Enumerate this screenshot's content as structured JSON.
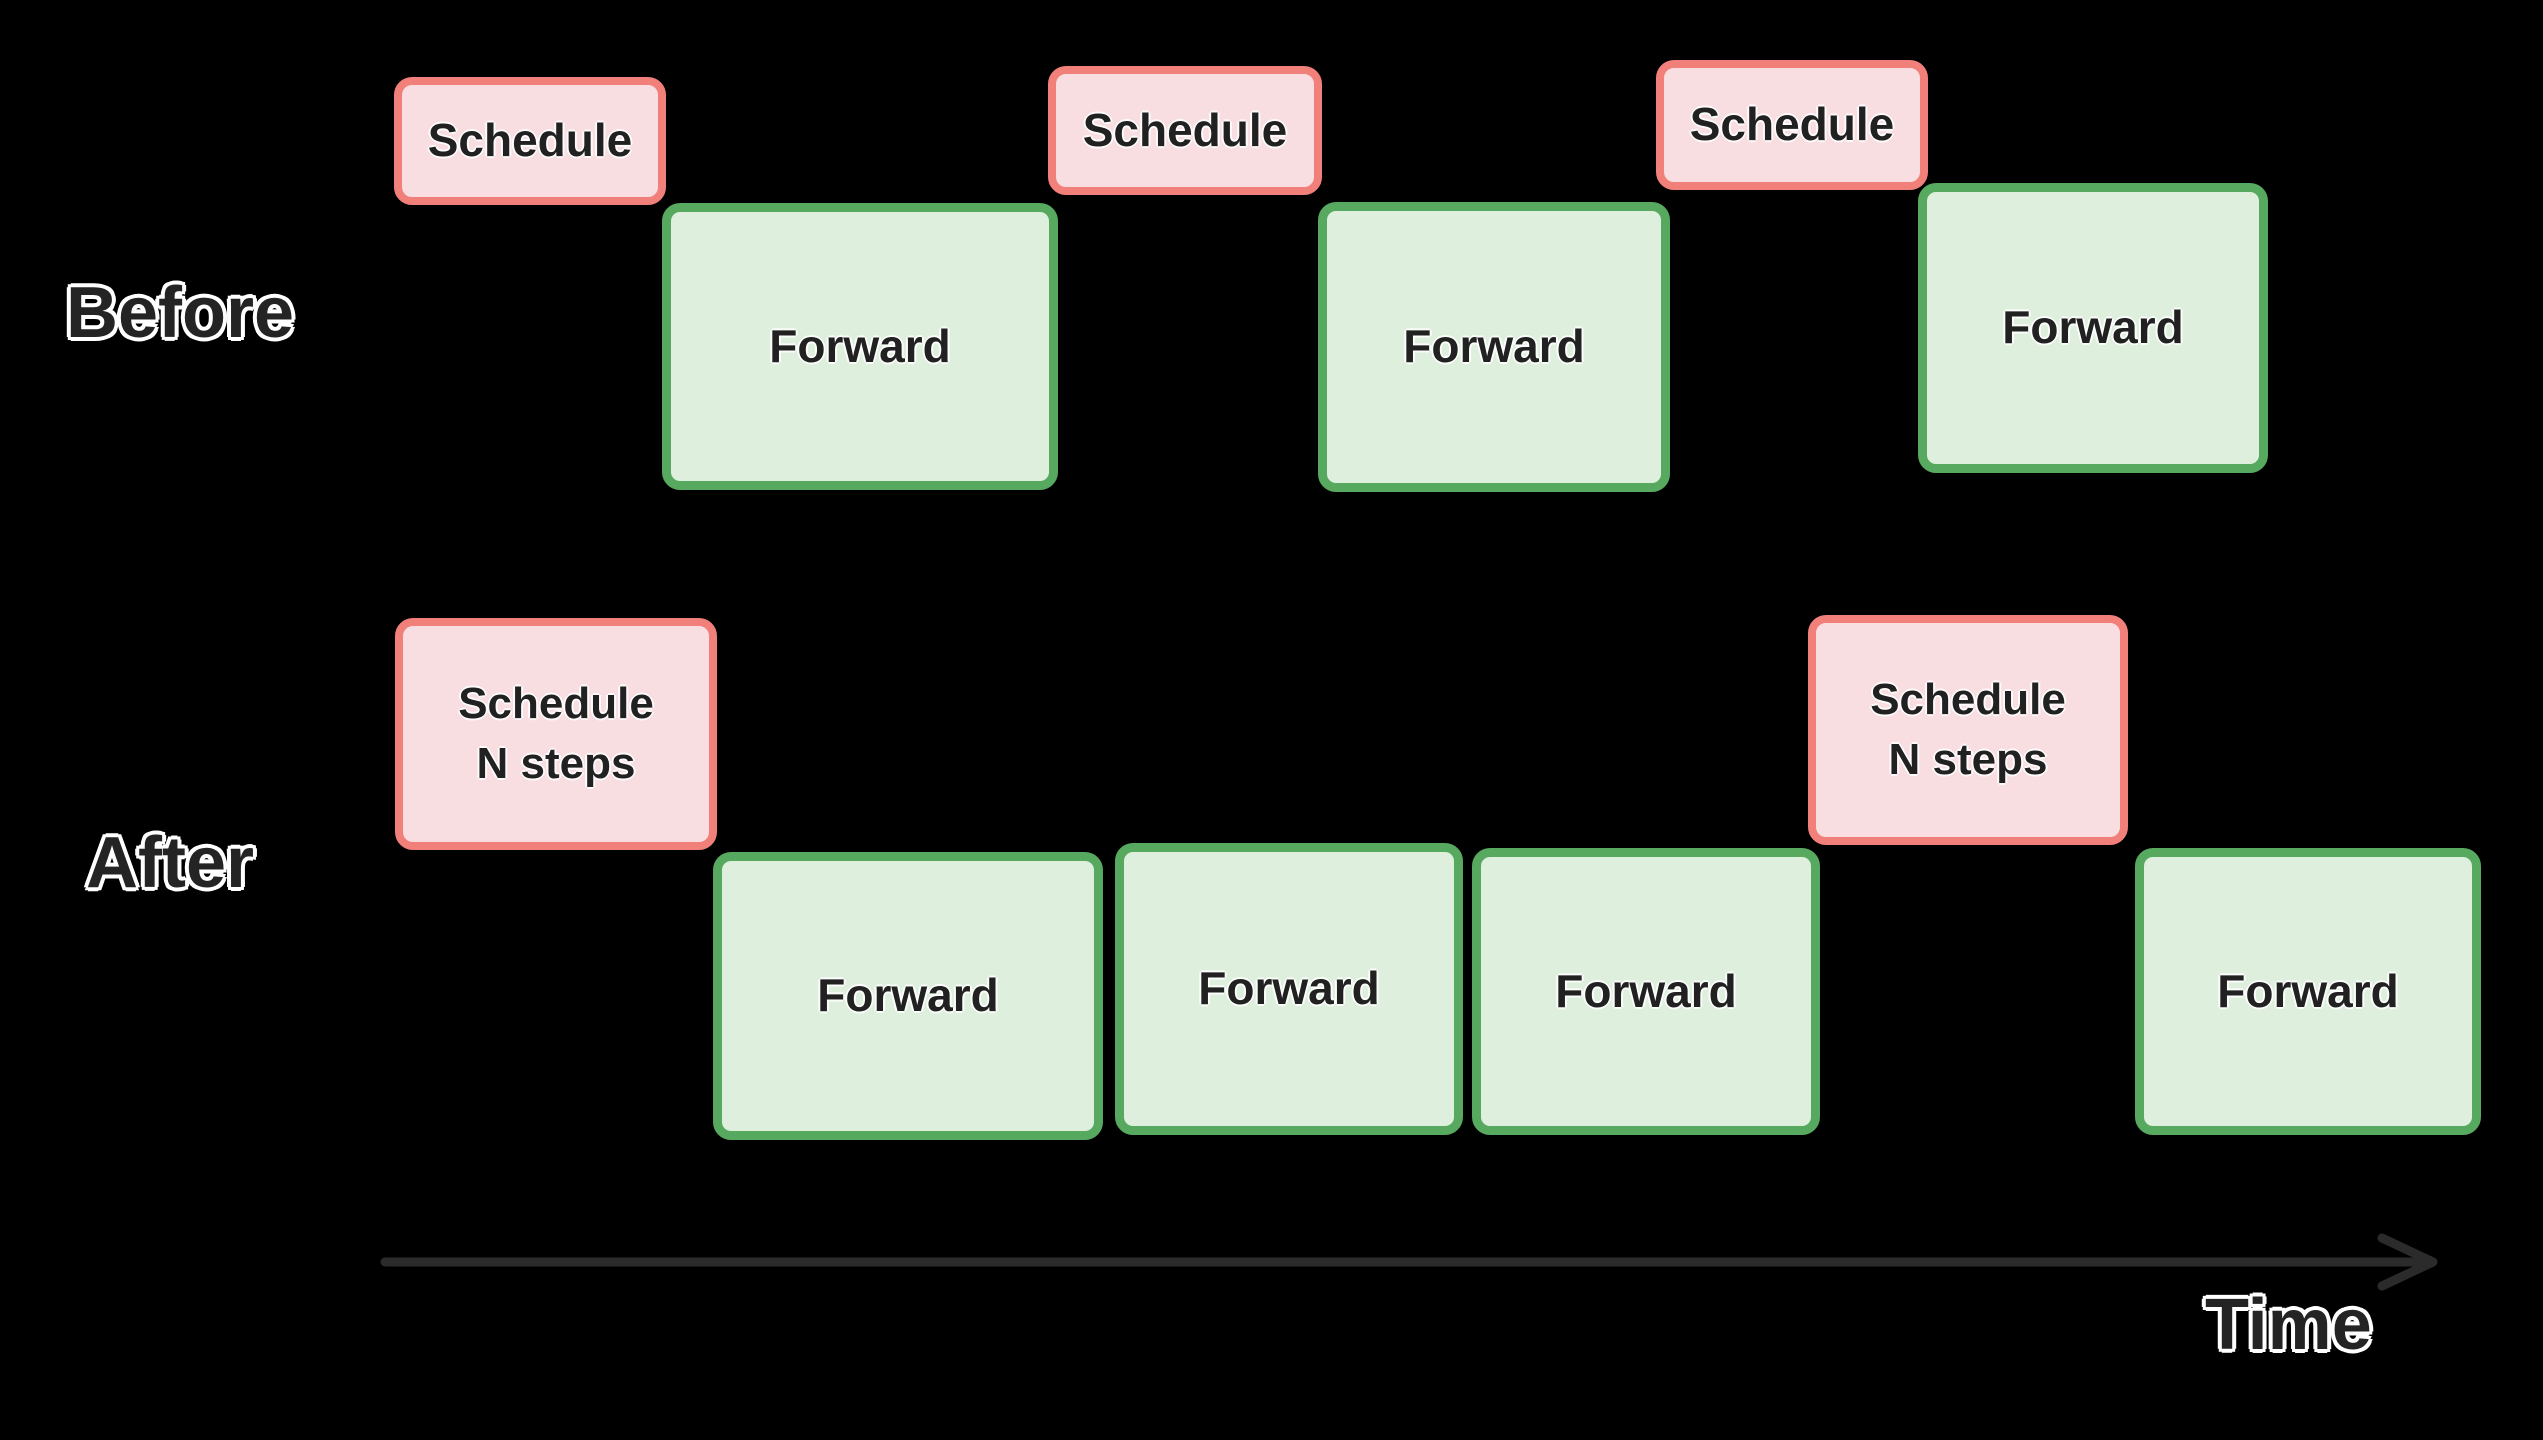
{
  "diagram": {
    "before_row": {
      "label": "Before",
      "boxes": [
        {
          "type": "schedule",
          "label": "Schedule"
        },
        {
          "type": "forward",
          "label": "Forward"
        },
        {
          "type": "schedule",
          "label": "Schedule"
        },
        {
          "type": "forward",
          "label": "Forward"
        },
        {
          "type": "schedule",
          "label": "Schedule"
        },
        {
          "type": "forward",
          "label": "Forward"
        }
      ]
    },
    "after_row": {
      "label": "After",
      "boxes": [
        {
          "type": "schedule",
          "lines": [
            "Schedule",
            "N steps"
          ]
        },
        {
          "type": "forward",
          "label": "Forward"
        },
        {
          "type": "forward",
          "label": "Forward"
        },
        {
          "type": "forward",
          "label": "Forward"
        },
        {
          "type": "schedule",
          "lines": [
            "Schedule",
            "N steps"
          ]
        },
        {
          "type": "forward",
          "label": "Forward"
        }
      ]
    },
    "time_axis": {
      "label": "Time"
    },
    "colors": {
      "background": "#000000",
      "schedule_fill": "#f8dde1",
      "schedule_border": "#f2807a",
      "forward_fill": "#deefdd",
      "forward_border": "#56a95e",
      "box_text": "#212121",
      "label_text": "#242424",
      "label_outline": "#ffffff",
      "arrow": "#2b2b2b"
    }
  }
}
